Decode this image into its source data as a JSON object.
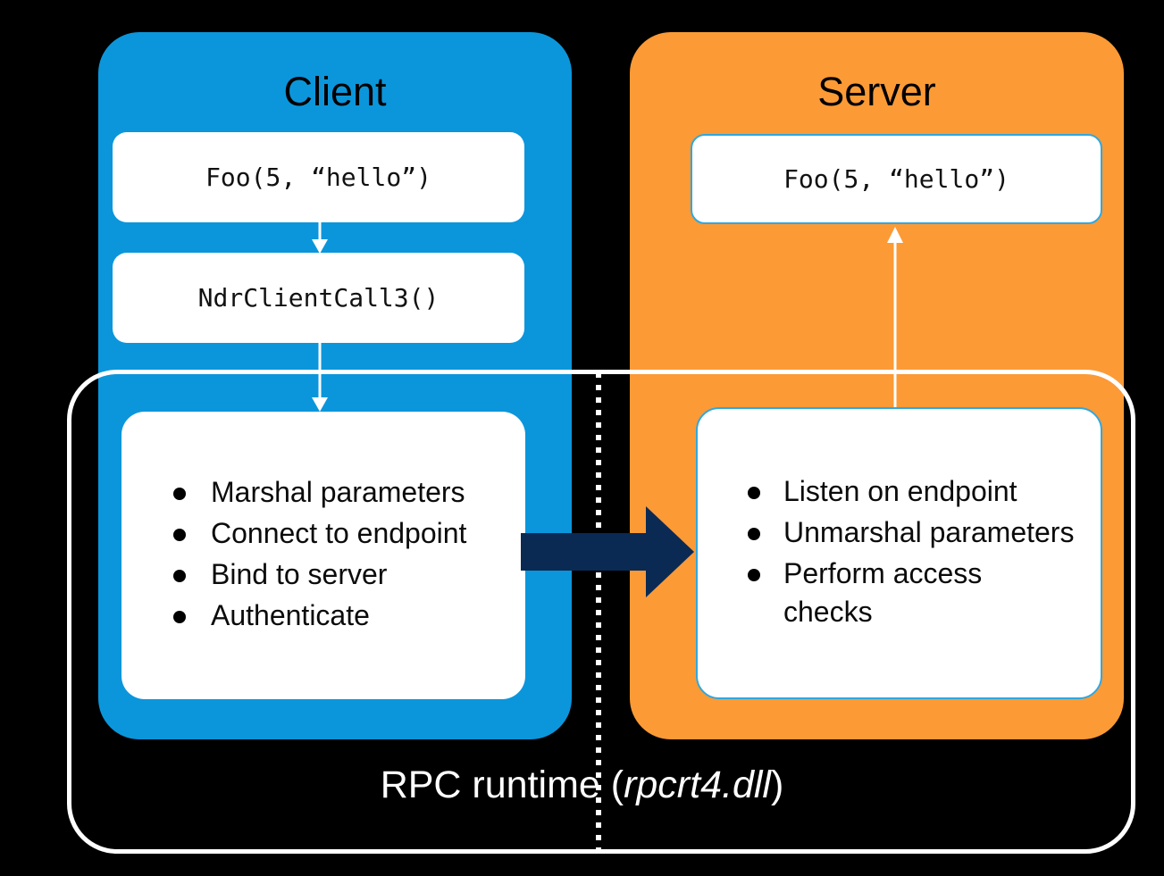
{
  "diagram": {
    "title_client": "Client",
    "title_server": "Server",
    "footer_prefix": "RPC runtime (",
    "footer_italic": "rpcrt4.dll",
    "footer_suffix": ")"
  },
  "colors": {
    "client_panel": "#0B96DB",
    "server_panel": "#FC9A36",
    "rpc_arrow": "#0A2A54",
    "box_border": "#2EA8E0",
    "background": "#000000",
    "outline": "#FFFFFF"
  },
  "client": {
    "label": "Client",
    "foo_call": "Foo(5, “hello”)",
    "ndr_call": "NdrClientCall3()",
    "steps": [
      "Marshal parameters",
      "Connect to endpoint",
      "Bind to server",
      "Authenticate"
    ]
  },
  "server": {
    "label": "Server",
    "foo_call": "Foo(5, “hello”)",
    "steps": [
      "Listen on endpoint",
      "Unmarshal parameters",
      "Perform access checks"
    ]
  },
  "connectors": {
    "client_foo_to_ndr": "arrow-down",
    "client_ndr_to_runtime": "arrow-down",
    "server_runtime_to_foo": "arrow-up",
    "client_to_server": "arrow-right"
  },
  "runtime": {
    "label_full": "RPC runtime (rpcrt4.dll)",
    "divider": "dotted-vertical-process-boundary"
  }
}
